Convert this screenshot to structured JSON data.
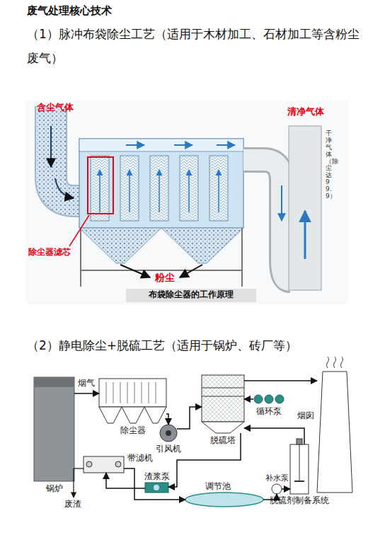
{
  "diagram": {
    "title": "废气处理核心技术",
    "nodes": [
      {
        "text": [
          "锅炉"
        ]
      },
      {
        "text": [
          "除尘器"
        ]
      },
      {
        "text": [
          "引风机"
        ]
      },
      {
        "text": [
          "脱硫塔"
        ]
      },
      {
        "text": [
          "循环泵"
        ]
      },
      {
        "text": [
          "烟囱"
        ]
      },
      {
        "text": [
          "带滤机"
        ]
      },
      {
        "text": [
          "渣浆泵"
        ]
      },
      {
        "text": [
          "调节池"
        ]
      },
      {
        "text": [
          "补水泵"
        ]
      },
      {
        "text": [
          "脱硫剂制备系统"
        ]
      }
    ],
    "edges": [
      {
        "from": 0,
        "to": 1,
        "label": "烟气",
        "arrow": "to"
      },
      {
        "from": 1,
        "to": 2,
        "arrow": "to"
      },
      {
        "from": 2,
        "to": 3,
        "arrow": "to"
      },
      {
        "from": 3,
        "to": 5,
        "arrow": "to"
      },
      {
        "from": 4,
        "to": 3,
        "arrow": "to"
      },
      {
        "from": 3,
        "to": 7,
        "arrow": "to"
      },
      {
        "from": 7,
        "to": 6,
        "arrow": "to"
      },
      {
        "from": 6,
        "to": 8,
        "arrow": "to"
      },
      {
        "from": 8,
        "to": 9,
        "arrow": "to"
      },
      {
        "from": 9,
        "to": 10,
        "arrow": "to"
      },
      {
        "from": 10,
        "to": 3,
        "arrow": "to"
      }
    ],
    "labels": [
      "（1）脉冲布袋除尘工艺（适用于木材加工、石材加工等含粉尘废气）",
      "含尘气体",
      "清净气体",
      "干净气体（除尘达99.9）",
      "除尘器滤芯",
      "粉尘",
      "布袋除尘器的工作原理",
      "（2）静电除尘+脱硫工艺（适用于锅炉、砖厂等）",
      "废渣"
    ]
  }
}
